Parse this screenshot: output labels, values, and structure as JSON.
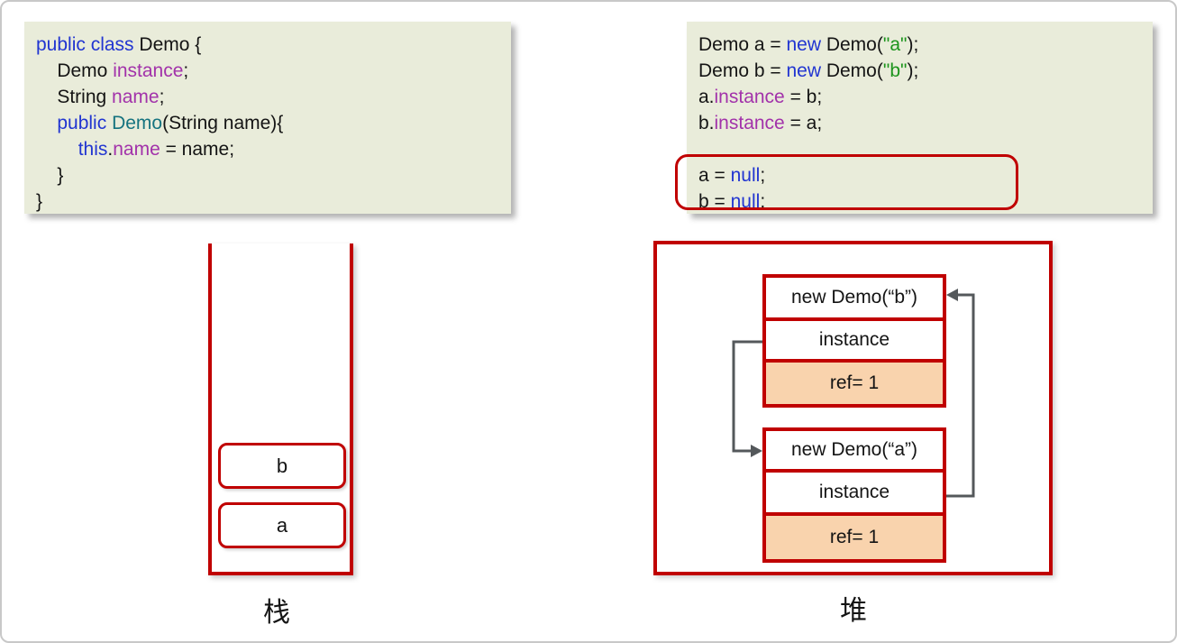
{
  "labels": {
    "stack": "栈",
    "heap": "堆"
  },
  "colors": {
    "red": "#c00000",
    "orange": "#f9d3ad",
    "codebg": "#e9ecda",
    "ink": "#141414",
    "kw": "#2135d1",
    "type": "#15737f",
    "field": "#a232aa",
    "str": "#1c941c",
    "arrow": "#54585b",
    "border": "#c8c8c8"
  },
  "code_left": {
    "lines": [
      [
        {
          "c": "kw",
          "t": "public class"
        },
        {
          "c": "plain",
          "t": " Demo {"
        }
      ],
      [
        {
          "c": "plain",
          "t": "    Demo "
        },
        {
          "c": "field",
          "t": "instance"
        },
        {
          "c": "plain",
          "t": ";"
        }
      ],
      [
        {
          "c": "plain",
          "t": "    String "
        },
        {
          "c": "field",
          "t": "name"
        },
        {
          "c": "plain",
          "t": ";"
        }
      ],
      [
        {
          "c": "plain",
          "t": "    "
        },
        {
          "c": "kw",
          "t": "public"
        },
        {
          "c": "plain",
          "t": " "
        },
        {
          "c": "type",
          "t": "Demo"
        },
        {
          "c": "plain",
          "t": "(String name){"
        }
      ],
      [
        {
          "c": "plain",
          "t": "        "
        },
        {
          "c": "kw",
          "t": "this"
        },
        {
          "c": "plain",
          "t": "."
        },
        {
          "c": "field",
          "t": "name"
        },
        {
          "c": "plain",
          "t": " = name;"
        }
      ],
      [
        {
          "c": "plain",
          "t": "    }"
        }
      ],
      [
        {
          "c": "plain",
          "t": "}"
        }
      ]
    ]
  },
  "code_right": {
    "lines": [
      [
        {
          "c": "plain",
          "t": "Demo a = "
        },
        {
          "c": "kw",
          "t": "new"
        },
        {
          "c": "plain",
          "t": " Demo("
        },
        {
          "c": "str",
          "t": "\"a\""
        },
        {
          "c": "plain",
          "t": ");"
        }
      ],
      [
        {
          "c": "plain",
          "t": "Demo b = "
        },
        {
          "c": "kw",
          "t": "new"
        },
        {
          "c": "plain",
          "t": " Demo("
        },
        {
          "c": "str",
          "t": "\"b\""
        },
        {
          "c": "plain",
          "t": ");"
        }
      ],
      [
        {
          "c": "plain",
          "t": "a."
        },
        {
          "c": "field",
          "t": "instance"
        },
        {
          "c": "plain",
          "t": " = b;"
        }
      ],
      [
        {
          "c": "plain",
          "t": "b."
        },
        {
          "c": "field",
          "t": "instance"
        },
        {
          "c": "plain",
          "t": " = a;"
        }
      ],
      [],
      [
        {
          "c": "plain",
          "t": "a = "
        },
        {
          "c": "kw",
          "t": "null"
        },
        {
          "c": "plain",
          "t": ";"
        }
      ],
      [
        {
          "c": "plain",
          "t": "b = "
        },
        {
          "c": "kw",
          "t": "null"
        },
        {
          "c": "plain",
          "t": ";"
        }
      ]
    ]
  },
  "stack": {
    "items": [
      {
        "label": "b"
      },
      {
        "label": "a"
      }
    ]
  },
  "heap": {
    "objects": [
      {
        "title": "new Demo(“b”)",
        "field": "instance",
        "ref": "ref= 1"
      },
      {
        "title": "new Demo(“a”)",
        "field": "instance",
        "ref": "ref= 1"
      }
    ]
  }
}
